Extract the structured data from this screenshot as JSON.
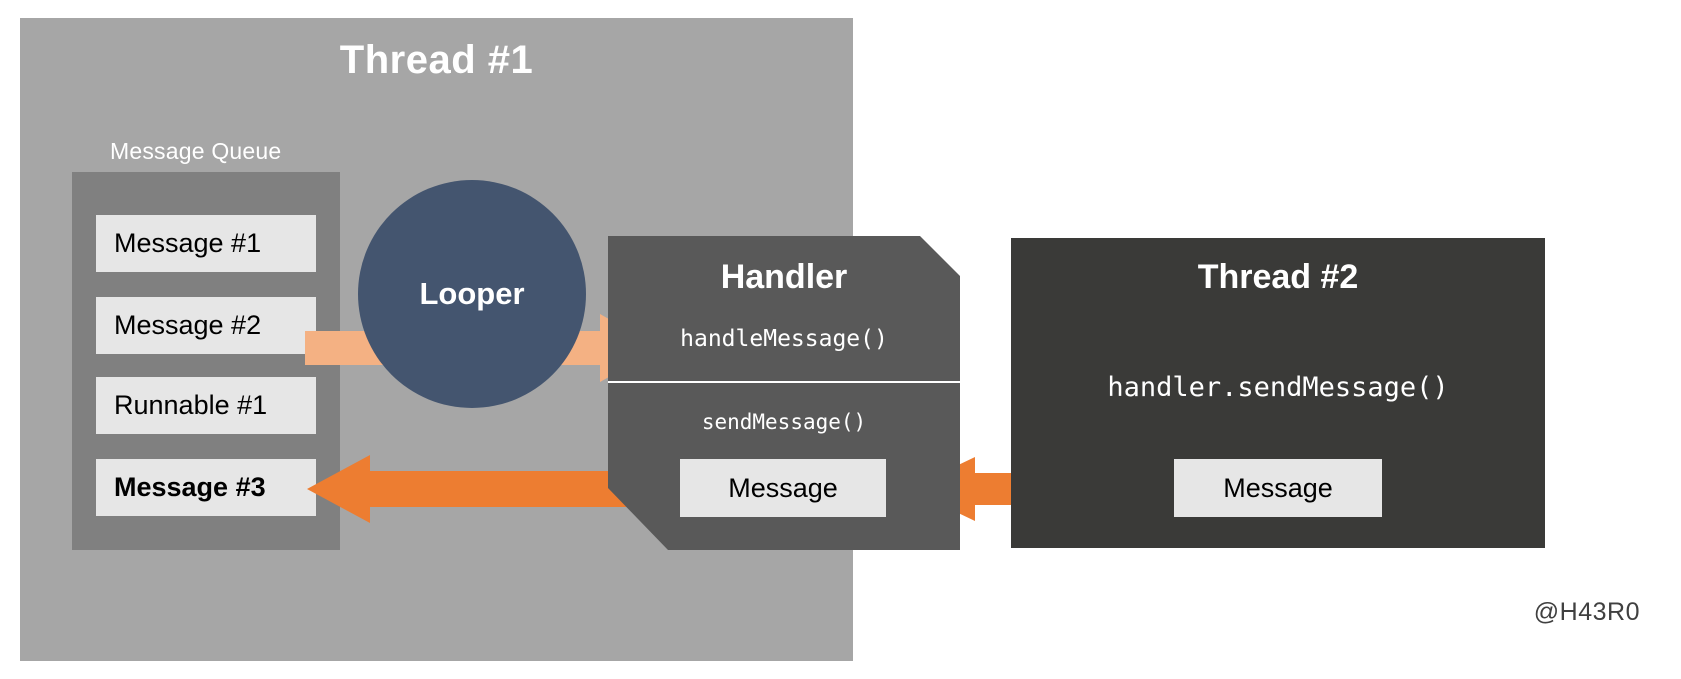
{
  "diagram": {
    "title_hidden": "Android Looper Handler MessageQueue flow",
    "watermark": "@H43R0"
  },
  "thread1": {
    "title": "Thread #1",
    "queue_label": "Message Queue",
    "queue_items": [
      {
        "label": "Message #1",
        "bold": false
      },
      {
        "label": "Message #2",
        "bold": false
      },
      {
        "label": "Runnable #1",
        "bold": false
      },
      {
        "label": "Message #3",
        "bold": true
      }
    ],
    "looper_label": "Looper"
  },
  "handler": {
    "title": "Handler",
    "handle_method": "handleMessage()",
    "send_method": "sendMessage()",
    "message_chip": "Message"
  },
  "thread2": {
    "title": "Thread #2",
    "code": "handler.sendMessage()",
    "message_chip": "Message"
  },
  "arrows": [
    {
      "name": "queue-to-looper",
      "direction": "right",
      "color": "#f4b183"
    },
    {
      "name": "looper-to-handler",
      "direction": "right",
      "color": "#f4b183"
    },
    {
      "name": "handler-to-queue",
      "direction": "left",
      "color": "#ed7d31"
    },
    {
      "name": "thread2-to-handler",
      "direction": "left",
      "color": "#ed7d31"
    }
  ],
  "colors": {
    "thread1_bg": "#a6a6a6",
    "queue_bg": "#808080",
    "chip_bg": "#e6e6e6",
    "looper_bg": "#44556f",
    "handler_bg": "#595959",
    "thread2_bg": "#3a3a38",
    "arrow_light": "#f4b183",
    "arrow_dark": "#ed7d31",
    "text_light": "#ffffff",
    "text_dark": "#000000"
  }
}
